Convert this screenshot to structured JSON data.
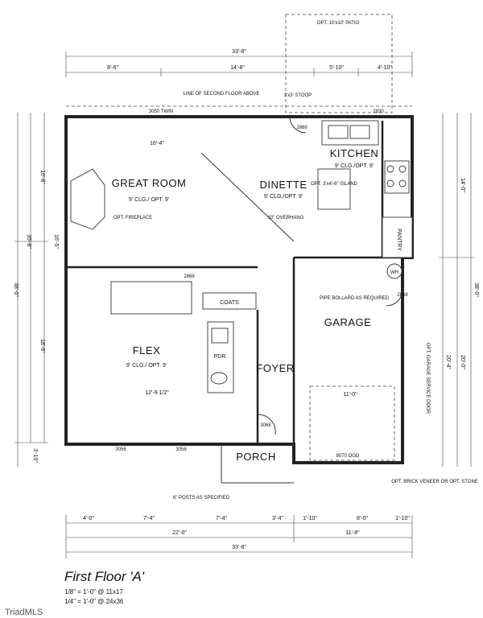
{
  "rooms": {
    "great_room": "GREAT ROOM",
    "great_room_ceiling": "9' CLG./ OPT. 9'",
    "dinette": "DINETTE",
    "dinette_ceiling": "9' CLG./OPT. 9'",
    "kitchen": "KITCHEN",
    "kitchen_ceiling": "9' CLG./OPT. 9'",
    "flex": "FLEX",
    "flex_ceiling": "9' CLG./ OPT. 9'",
    "garage": "GARAGE",
    "foyer": "FOYER",
    "porch": "PORCH",
    "coats": "COATS",
    "pdr": "PDR.",
    "pantry": "PANTRY"
  },
  "notes": {
    "opt_patio": "OPT. 10'x10' PATIO",
    "line_second_floor": "LINE OF SECOND FLOOR ABOVE",
    "stoop": "3'x3' STOOP",
    "opt_fireplace": "OPT. FIREPLACE",
    "opt_island": "OPT. 3'x4'-6\" ISLAND",
    "overhang": "10\" OVERHANG",
    "pipe_bollard": "PIPE BOLLARD AS REQUIRED",
    "garage_service_door": "OPT. GARAGE SERVICE DOOR",
    "opt_brick": "OPT. BRICK VENEER OR OPT. STONE",
    "posts": "6\" POSTS AS SPECIFIED",
    "garage_door": "8070 OGD",
    "wh": "WH",
    "door_3050": "3050 TWIN",
    "door_2830": "2830",
    "door_2868": "2868",
    "door_3068": "3068",
    "door_2868b": "2868",
    "win_3056a": "3056",
    "win_3056b": "3056",
    "win_2868": "2868"
  },
  "dimensions": {
    "top_overall": "33'-8\"",
    "top_left": "8'-6\"",
    "top_mid": "14'-8\"",
    "top_r1": "5'-10\"",
    "top_r2": "4'-10\"",
    "left_overall": "38'-0\"",
    "left_a": "35'-8\"",
    "left_b": "16'-8\"",
    "left_c": "18'-6\"",
    "left_d": "16'-5\"",
    "left_e": "3'-10\"",
    "right_overall": "38'-0\"",
    "right_a": "14'-0\"",
    "right_b": "20'-0\"",
    "right_c": "20'-4\"",
    "great_w": "16'-4\"",
    "flex_w": "12'-9 1/2\"",
    "garage_w": "11'-0\"",
    "bot_a": "4'-0\"",
    "bot_b": "7'-4\"",
    "bot_c": "7'-4\"",
    "bot_d": "3'-4\"",
    "bot_e": "1'-10\"",
    "bot_f": "8'-0\"",
    "bot_g": "1'-10\"",
    "bot_mid_left": "22'-0\"",
    "bot_mid_right": "11'-8\"",
    "bot_overall": "33'-8\""
  },
  "title": {
    "name": "First Floor 'A'",
    "scale_1": "1/8\" = 1'-0\" @ 11x17",
    "scale_2": "1/4\" = 1'-0\" @ 24x36"
  },
  "watermark": "TriadMLS"
}
